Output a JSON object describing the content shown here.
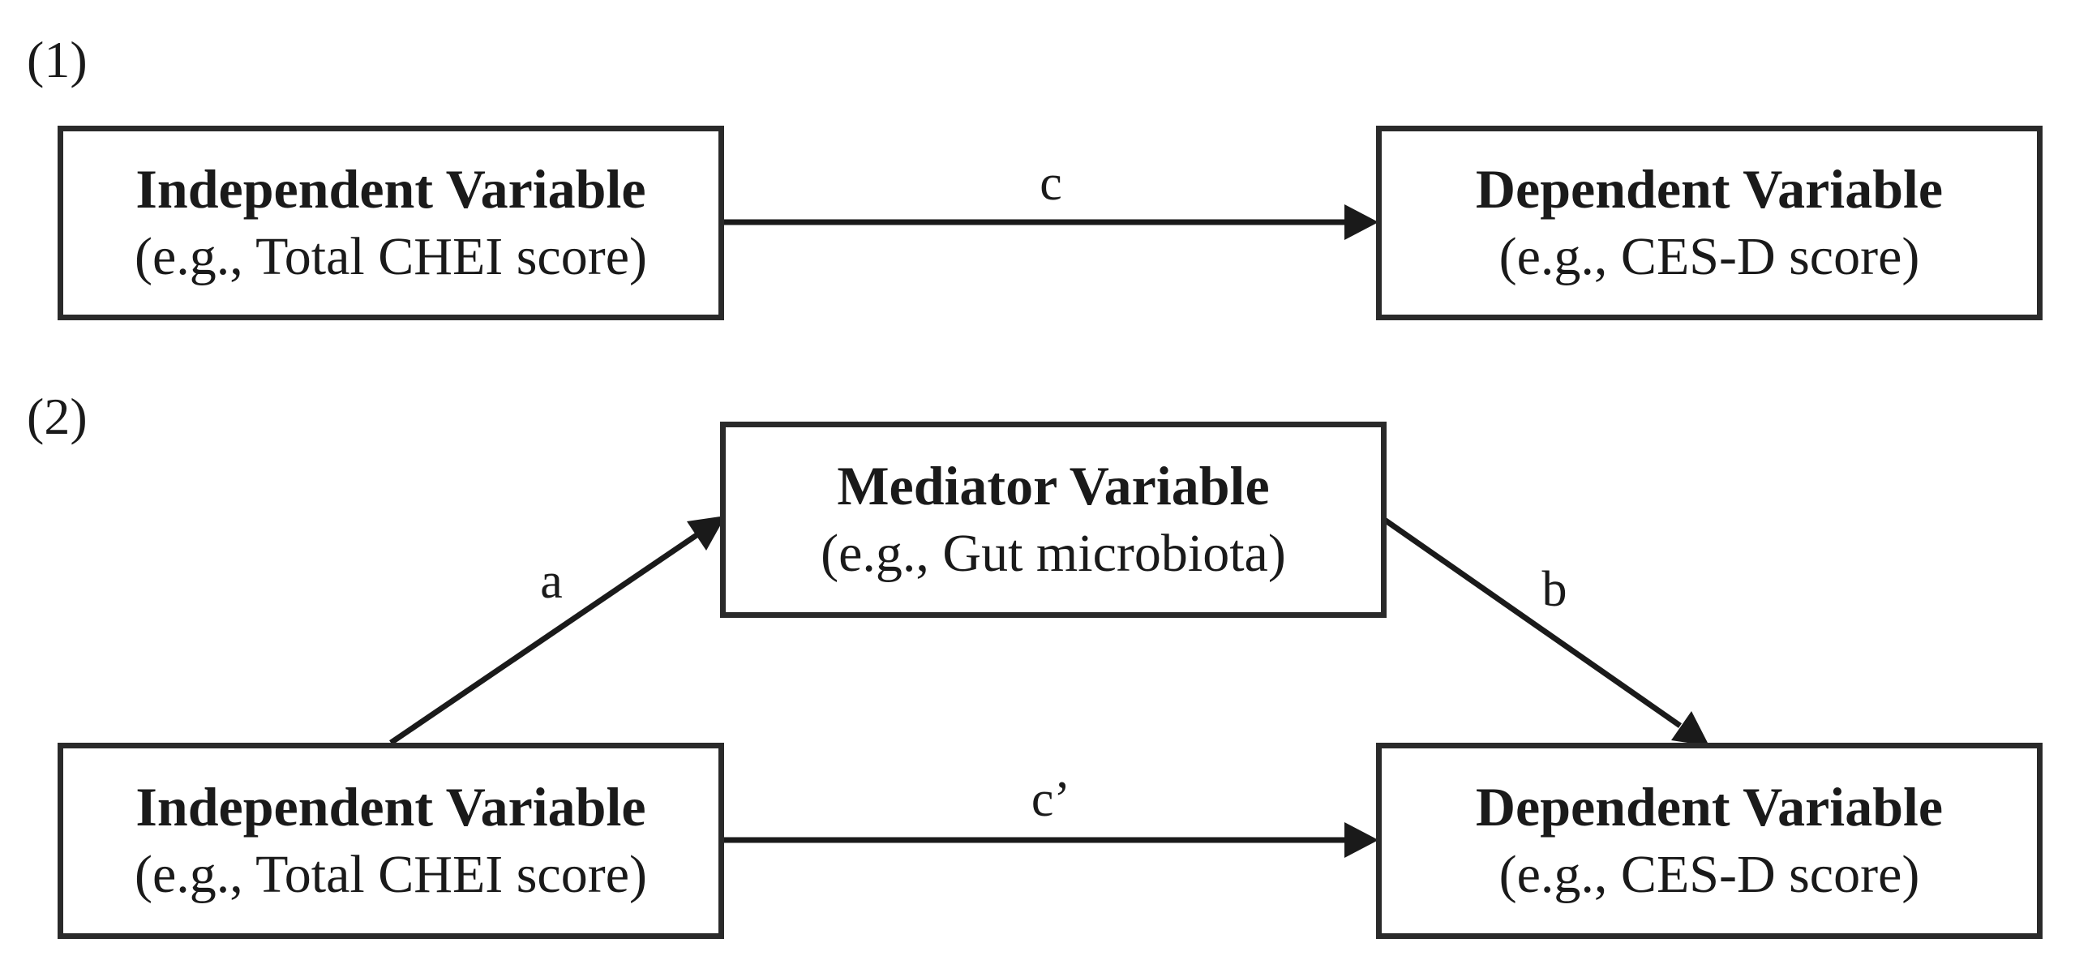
{
  "panel1": {
    "label": "(1)",
    "independent": {
      "title": "Independent Variable",
      "example": "(e.g., Total CHEI score)"
    },
    "dependent": {
      "title": "Dependent Variable",
      "example": "(e.g., CES-D score)"
    },
    "path_c": "c"
  },
  "panel2": {
    "label": "(2)",
    "mediator": {
      "title": "Mediator Variable",
      "example": "(e.g., Gut microbiota)"
    },
    "independent": {
      "title": "Independent Variable",
      "example": "(e.g., Total CHEI score)"
    },
    "dependent": {
      "title": "Dependent Variable",
      "example": "(e.g., CES-D score)"
    },
    "path_a": "a",
    "path_b": "b",
    "path_c_prime": "c’"
  },
  "colors": {
    "line": "#1a1a1a",
    "box_border": "#2a2a2a"
  }
}
